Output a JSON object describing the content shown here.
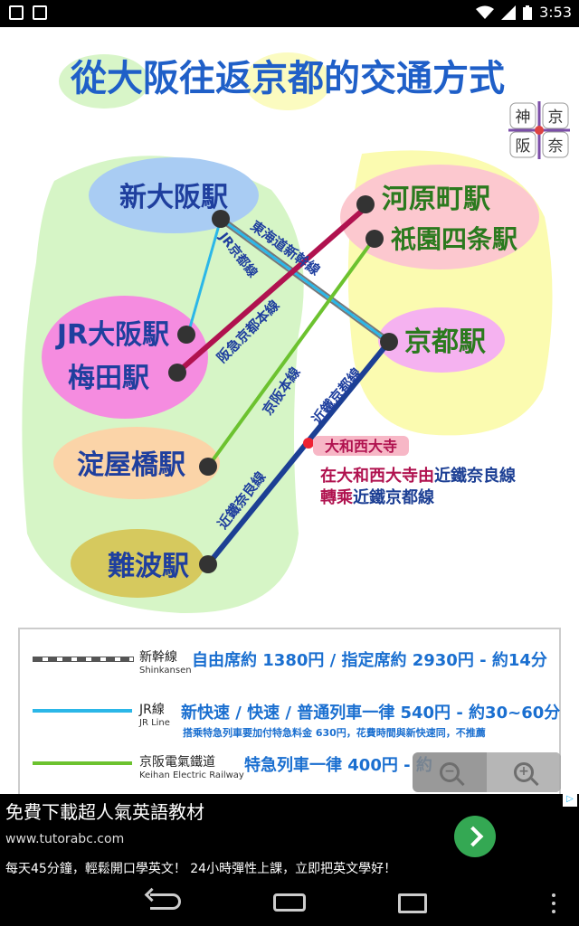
{
  "status_bar": {
    "time": "3:53"
  },
  "map": {
    "title": "從大阪往返京都的交通方式",
    "logo": [
      "神",
      "京",
      "阪",
      "奈"
    ],
    "stations": {
      "shin_osaka": "新大阪駅",
      "jr_osaka": "JR大阪駅",
      "umeda": "梅田駅",
      "yodoyabashi": "淀屋橋駅",
      "namba": "難波駅",
      "kawaramachi": "河原町駅",
      "gion_shijo": "祇園四条駅",
      "kyoto": "京都駅",
      "yamato_saidaiji": "大和西大寺"
    },
    "lines": {
      "tokaido_shinkansen": "東海道新幹線",
      "jr_kyoto": "JR京都線",
      "hankyu_kyoto": "阪急京都本線",
      "keihan": "京阪本線",
      "kintetsu_kyoto": "近鐵京都線",
      "kintetsu_nara": "近鐵奈良線"
    },
    "transfer_note": {
      "line1": [
        "在",
        "大和西大寺",
        "由",
        "近鐵",
        "奈良線"
      ],
      "line2": [
        "轉乘",
        "近鐵",
        "京都線"
      ]
    },
    "colors": {
      "shinkansen": "#666666",
      "jr": "#2bb7e8",
      "hankyu": "#b0124f",
      "keihan": "#6cc22f",
      "kintetsu": "#1c3f94"
    }
  },
  "legend": {
    "rows": [
      {
        "name": "新幹線",
        "name_en": "Shinkansen",
        "price": "自由席約 1380円 / 指定席約 2930円  -  約14分",
        "note": ""
      },
      {
        "name": "JR線",
        "name_en": "JR Line",
        "price": "新快速 / 快速 / 普通列車一律 540円  -  約30~60分",
        "note": "搭乘特急列車要加付特急料金 630円，花費時間與新快速同，不推薦"
      },
      {
        "name": "京阪電氣鐵道",
        "name_en": "Keihan Electric Railway",
        "price": "特急列車一律 400円  -  約",
        "note": ""
      }
    ]
  },
  "ad": {
    "title": "免費下載超人氣英語教材",
    "url": "www.tutorabc.com",
    "description": "每天45分鐘，輕鬆開口學英文！ 24小時彈性上課，立即把英文學好！"
  }
}
